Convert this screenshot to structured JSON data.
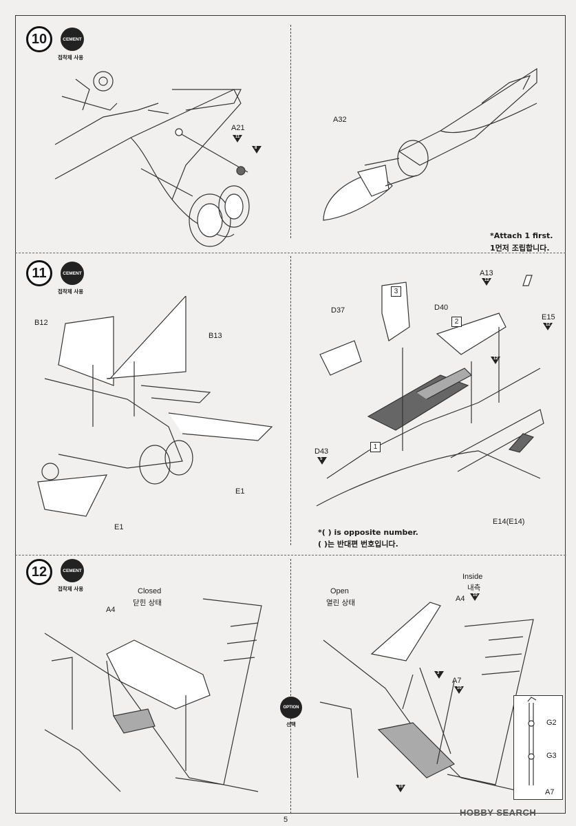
{
  "page": {
    "number": "5",
    "watermark": "HOBBY SEARCH"
  },
  "cement": {
    "badge": "CEMENT",
    "caption": "접착제 사용"
  },
  "option": {
    "badge": "OPTION",
    "caption": "선택"
  },
  "steps": [
    {
      "number": "10",
      "labels": {
        "a21": "A21",
        "a21_tri": "11",
        "a21_tri2": "8",
        "a32": "A32"
      }
    },
    {
      "number": "11",
      "labels": {
        "b12": "B12",
        "b13": "B13",
        "e1a": "E1",
        "e1b": "E1",
        "d37": "D37",
        "d40": "D40",
        "d43": "D43",
        "d43_tri": "5",
        "a13": "A13",
        "a13_tri": "12",
        "e15": "E15",
        "e15_tri": "12",
        "e14": "E14(E14)",
        "d40_tri": "12",
        "box1": "1",
        "box2": "2",
        "box3": "3"
      }
    },
    {
      "number": "12",
      "labels": {
        "a4_closed": "A4",
        "a4_open": "A4",
        "a4_open_tri": "10",
        "a7": "A7",
        "a7_tri": "10",
        "tri3": "3",
        "tri10": "10",
        "g2": "G2",
        "g3": "G3",
        "a7_inset": "A7"
      }
    }
  ],
  "notes": {
    "attach_en": "*Attach 1 first.",
    "attach_ko": "1먼저 조립합니다.",
    "opposite_en": "*(    ) is opposite number.",
    "opposite_ko": "(    )는 반대편 번호입니다.",
    "closed_en": "Closed",
    "closed_ko": "닫힌 상태",
    "open_en": "Open",
    "open_ko": "열린 상태",
    "inside_en": "Inside",
    "inside_ko": "내측"
  }
}
